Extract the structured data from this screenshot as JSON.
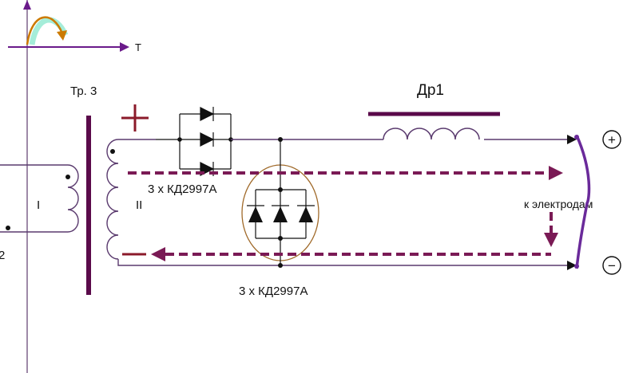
{
  "labels": {
    "time_axis": "T",
    "transformer": "Тр. 3",
    "choke": "Др1",
    "primary_winding": "I",
    "secondary_winding": "II",
    "primary_terminal": "2",
    "diodes_top": "3 х КД2997А",
    "diodes_bottom": "3 х КД2997А",
    "electrodes": "к электродам",
    "plus_terminal": "+",
    "minus_terminal": "−"
  },
  "colors": {
    "wire": "#5a3a6e",
    "component": "#5a0a4a",
    "current_path": "#7a1a55",
    "polarity_marker": "#8b1a2a",
    "pulse_wave": "#cc7a00",
    "pulse_glow": "#8fe8cf",
    "highlight_ellipse": "#a06a2a",
    "electrode": "#6a2a9a"
  }
}
